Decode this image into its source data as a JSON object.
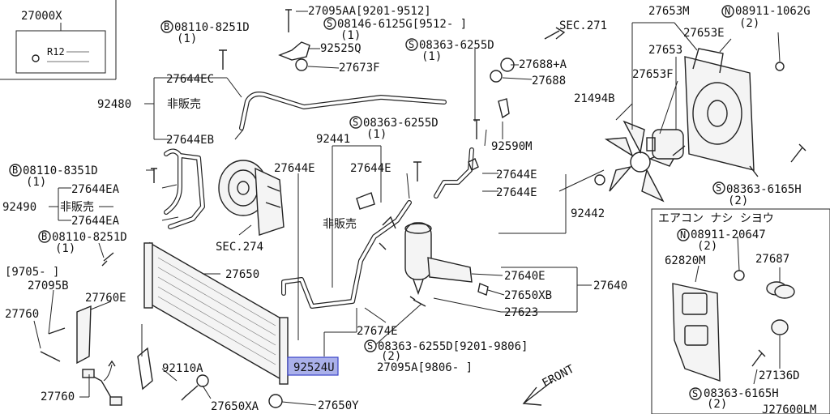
{
  "callouts": {
    "p27000X": "27000X",
    "p27000X_tag": "R12",
    "p27095AA": "27095AA[9201-9512]",
    "p08146": "08146-6125G[9512-  ]",
    "p08146_qty": "(1)",
    "p92525Q": "92525Q",
    "p27673F": "27673F",
    "p08110a": "08110-8251D",
    "p08110a_qty": "(1)",
    "p27644EC": "27644EC",
    "p92480": "92480",
    "hihanbai_a": "非販売",
    "p27644EB": "27644EB",
    "p08363a": "08363-6255D",
    "p08363a_qty": "(1)",
    "sec271": "SEC.271",
    "p27688A": "27688+A",
    "p27688": "27688",
    "p27653M": "27653M",
    "p08911a": "08911-1062G",
    "p08911a_qty": "(2)",
    "p27653E": "27653E",
    "p27653": "27653",
    "p27653F": "27653F",
    "p21494B": "21494B",
    "p08363b": "08363-6255D",
    "p08363b_qty": "(1)",
    "p92590M": "92590M",
    "p92441": "92441",
    "p27644E_a": "27644E",
    "p27644E_b": "27644E",
    "p27644E_c": "27644E",
    "p27644E_d": "27644E",
    "p08110b": "08110-8351D",
    "p08110b_qty": "(1)",
    "p27644EA_a": "27644EA",
    "p92490": "92490",
    "hihanbai_b": "非販売",
    "p27644EA_b": "27644EA",
    "p08110c": "08110-8251D",
    "p08110c_qty": "(1)",
    "sec274": "SEC.274",
    "hihanbai_c": "非販売",
    "p92442": "92442",
    "p08363c": "08363-6165H",
    "p08363c_qty": "(2)",
    "date9705": "[9705-  ]",
    "p27095B": "27095B",
    "p27650": "27650",
    "p27760E": "27760E",
    "p27760_a": "27760",
    "p27640E": "27640E",
    "p27650XB": "27650XB",
    "p27640": "27640",
    "p27623": "27623",
    "p27674E": "27674E",
    "p08363d": "08363-6255D[9201-9806]",
    "p08363d_qty": "(2)",
    "p92524U": "92524U",
    "p27095A": "27095A[9806-    ]",
    "p92110A": "92110A",
    "p27760_b": "27760",
    "p27650XA": "27650XA",
    "p27650Y": "27650Y",
    "front": "FRONT"
  },
  "inset": {
    "title": "エアコン ナシ シヨウ",
    "p08911b": "08911-20647",
    "p08911b_qty": "(2)",
    "p62820M": "62820M",
    "p27687": "27687",
    "p27136D": "27136D",
    "p08363e": "08363-6165H",
    "p08363e_qty": "(2)",
    "drawing_code": "J27600LM"
  },
  "markers": {
    "bolt": "B",
    "screw": "S",
    "nut": "N"
  },
  "colors": {
    "highlight_fill": "#aab0ea",
    "highlight_stroke": "#3a43c8",
    "line": "#222222"
  }
}
